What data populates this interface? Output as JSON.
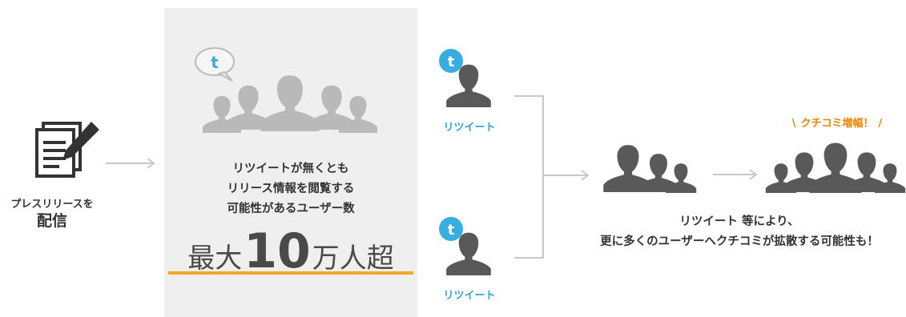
{
  "press": {
    "line1": "プレスリリースを",
    "line2": "配信"
  },
  "panel": {
    "line1": "リツイートが無くとも",
    "line2": "リリース情報を閲覧する",
    "line3": "可能性があるユーザー数",
    "max_prefix": "最大",
    "max_number": "10",
    "max_suffix": "万人超"
  },
  "retweet": {
    "top_label": "リツイート",
    "bottom_label": "リツイート"
  },
  "result": {
    "buzz_label": "クチコミ増幅！",
    "line1": "リツイート 等により、",
    "line2": "更に多くのユーザーへクチコミが拡散する可能性も！"
  },
  "colors": {
    "accent_orange": "#f5a623",
    "buzz_orange": "#f08200",
    "twitter_blue": "#38aee0",
    "retweet_text": "#2fa3d6",
    "silhouette": "#595959",
    "panel_bg": "#efefef",
    "arrow_gray": "#c8c8c8"
  },
  "icons": [
    "document-pen-icon",
    "speech-bubble-icon",
    "twitter-badge-icon",
    "person-silhouette-icon",
    "arrow-right-icon"
  ]
}
